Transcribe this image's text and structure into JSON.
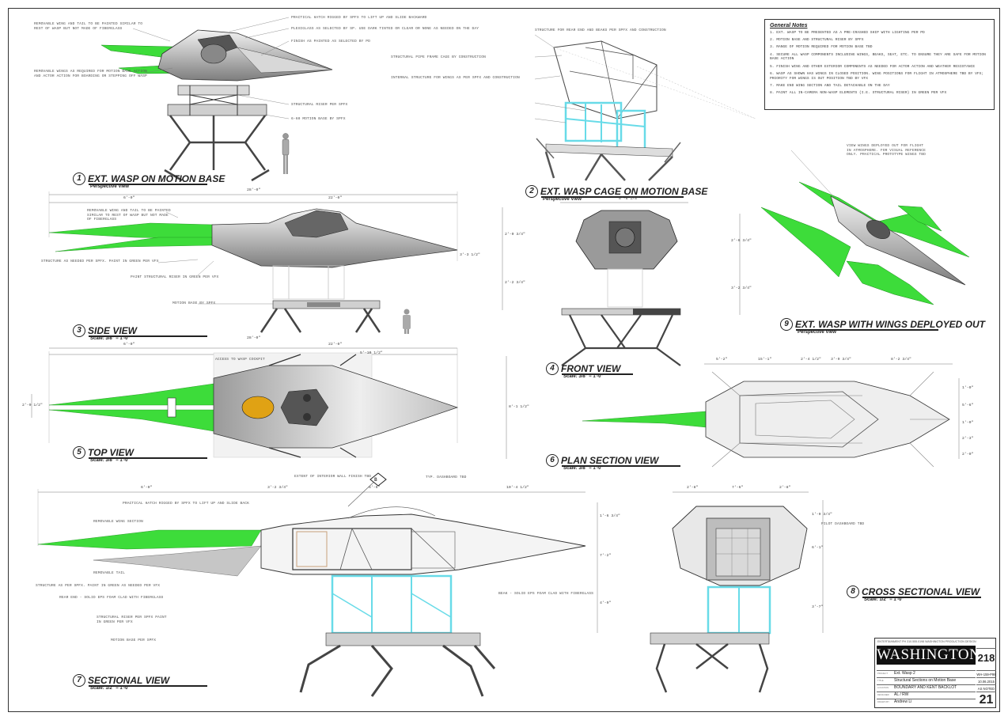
{
  "general_notes": {
    "heading": "General Notes",
    "items": [
      "1.  EXT. WASP TO BE PRESENTED AS A PRE-CRASHED SHIP WITH LIGHTING PER PD",
      "2.  MOTION BASE AND STRUCTURAL RISER BY SPFX",
      "3.  RANGE OF MOTION REQUIRED FOR MOTION BASE TBD",
      "4.  SECURE ALL WASP COMPONENTS INCLUDING WINGS, BEAKS, SEAT, ETC. TO ENSURE THEY ARE SAFE FOR MOTION BASE ACTION",
      "5.  FINISH WING AND OTHER EXTERIOR COMPONENTS AS NEEDED FOR ACTOR ACTION AND WEATHER RESISTANCE",
      "6.  WASP AS SHOWN HAS WINGS IN CLOSED POSITION. WING POSITIONS FOR FLIGHT IN ATMOSPHERE TBD BY VFX; PRIORITY FOR WINGS IS OUT POSITION TBD BY VFX",
      "7.  MAKE END WING SECTION AND TAIL DETACHABLE ON THE DAY",
      "8.  PAINT ALL IN-CAMERA NON-WASP ELEMENTS (I.E. STRUCTURAL RISER) IN GREEN PER VFX"
    ]
  },
  "views": [
    {
      "num": "1",
      "title": "EXT. WASP ON MOTION BASE",
      "scale": "Perspective View"
    },
    {
      "num": "2",
      "title": "EXT. WASP CAGE ON MOTION BASE",
      "scale": "Perspective View"
    },
    {
      "num": "3",
      "title": "SIDE VIEW",
      "scale": "Scale: 3/8\" = 1'-0\""
    },
    {
      "num": "4",
      "title": "FRONT VIEW",
      "scale": "Scale: 3/8\" = 1'-0\""
    },
    {
      "num": "5",
      "title": "TOP VIEW",
      "scale": "Scale: 3/8\" = 1'-0\""
    },
    {
      "num": "6",
      "title": "PLAN SECTION VIEW",
      "scale": "Scale: 3/8\" = 1'-0\""
    },
    {
      "num": "7",
      "title": "SECTIONAL VIEW",
      "scale": "Scale: 1/2\" = 1'-0\""
    },
    {
      "num": "8",
      "title": "CROSS SECTIONAL VIEW",
      "scale": "Scale: 1/2\" = 1'-0\""
    },
    {
      "num": "9",
      "title": "EXT. WASP WITH WINGS DEPLOYED OUT",
      "scale": "Perspective View"
    }
  ],
  "notes": {
    "v1": [
      "REMOVABLE WING AND TAIL TO BE PAINTED SIMILAR TO REST OF WASP BUT NOT MADE OF FIBERGLASS",
      "REMOVABLE WINGS AS REQUIRED FOR MOTION BASE ACTION AND ACTOR ACTION FOR BOARDING OR STEPPING OFF WASP",
      "PRACTICAL HATCH RIGGED BY SPFX TO LIFT UP AND SLIDE BACKWARD",
      "PLEXIGLASS AS SELECTED BY SP. USE DARK TINTED OR CLEAR OR NONE AS NEEDED ON THE DAY",
      "FINISH AS PAINTED AS SELECTED BY PD",
      "STRUCTURAL RISER PER SPFX",
      "6-60 MOTION BASE BY SPFX"
    ],
    "v2": [
      "STRUCTURE FOR REAR END AND BEAKS PER SPFX AND CONSTRUCTION",
      "STRUCTURAL PIPE FRAME CAGE BY CONSTRUCTION",
      "INTERNAL STRUCTURE FOR WINGS AS PER SPFX AND CONSTRUCTION"
    ],
    "v3": [
      "REMOVABLE WING AND TAIL TO BE PAINTED SIMILAR TO REST OF WASP BUT NOT MADE OF FIBERGLASS",
      "STRUCTURE AS NEEDED PER SPFX. PAINT IN GREEN PER VFX",
      "PAINT STRUCTURAL RISER IN GREEN PER VFX",
      "MOTION BASE BY SPFX"
    ],
    "v5": [
      "ACCESS TO WASP COCKPIT"
    ],
    "v7": [
      "EXTENT OF INTERIOR WALL FINISH TBD",
      "TYP. DASHBOARD TBD",
      "PRACTICAL HATCH RIGGED BY SPFX TO LIFT UP AND SLIDE BACK",
      "REMOVABLE WING SECTION",
      "REMOVABLE TAIL",
      "STRUCTURE AS PER SPFX. PAINT IN GREEN AS NEEDED PER VFX",
      "REAR END - SOLID EPS FOAM CLAD WITH FIBERGLASS",
      "STRUCTURAL RISER PER SPFX PAINT IN GREEN PER VFX",
      "MOTION BASE PER SPFX",
      "BEAK - SOLID EPS FOAM CLAD WITH FIBERGLASS"
    ],
    "v8": [
      "PILOT DASHBOARD TBD"
    ],
    "v9": [
      "VIEW WINGS DEPLOYED OUT FOR FLIGHT IN ATMOSPHERE. FOR VISUAL REFERENCE ONLY. PRACTICAL PROTOTYPE WINGS TBD"
    ]
  },
  "dims": {
    "v3": [
      "6'-0\"",
      "22'-0\"",
      "28'-0\"",
      "2'-0 3/4\"",
      "2'-2 3/4\"",
      "3'-3 1/2\""
    ],
    "v4": [
      "8'-6 1/8\"",
      "2'-6 3/4\"",
      "3'-2 3/4\""
    ],
    "v5": [
      "6'-0\"",
      "22'-0\"",
      "28'-0\"",
      "2'-9 1/2\"",
      "8'-1 1/2\"",
      "5'-10 1/2\""
    ],
    "v6": [
      "5'-2\"",
      "15'-1\"",
      "2'-4 1/2\"",
      "3'-9 3/4\"",
      "8'-2 3/4\"",
      "1'-0\"",
      "5'-6\"",
      "1'-0\"",
      "2'-3\"",
      "2'-0\""
    ],
    "v7": [
      "6'-0\"",
      "3'-2 3/4\"",
      "6'-6\"",
      "10'-4 1/2\"",
      "1'-6 3/4\"",
      "7'-2\"",
      "4'-9\""
    ],
    "v8": [
      "2'-8\"",
      "7'-6\"",
      "2'-8\"",
      "1'-9 3/4\"",
      "6'-1\"",
      "3'-7\""
    ]
  },
  "section_marker": "B",
  "title_block": {
    "company": "WASHINGTON",
    "topline": "ENTERTAINMENT  PH 310.555.0198  WASHINGTON PRODUCTION DESIGN",
    "rows": [
      {
        "label": "PROJECT",
        "value": "Ext. Wasp 2"
      },
      {
        "label": "TITLE",
        "value": "Structural Sections on Motion Base"
      },
      {
        "label": "LOCATION",
        "value": "BOUNDARY AND KENT BACKLOT"
      },
      {
        "label": "DESIGNER",
        "value": "AL / RW"
      },
      {
        "label": "DRAWN BY",
        "value": "Andrew Li"
      }
    ],
    "right": {
      "code": "218",
      "set": "WH-159-P98",
      "date": "10.06.2015",
      "scale": "AS NOTED",
      "sheet": "21"
    }
  },
  "colors": {
    "green": "#3ddc3a",
    "cyan": "#7fe6ee",
    "line": "#333333",
    "gold": "#e0a214",
    "grey": "#bdbdbd"
  }
}
